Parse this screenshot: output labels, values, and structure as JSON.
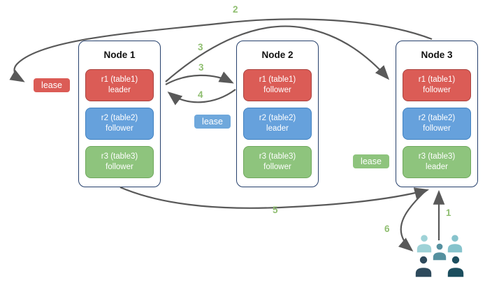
{
  "diagram": {
    "description": "Raft leaseholder / replica distribution diagram with three nodes and numbered request flow",
    "nodes": [
      {
        "title": "Node 1",
        "replicas": [
          {
            "line1": "r1 (table1)",
            "line2": "leader",
            "color": "red"
          },
          {
            "line1": "r2 (table2)",
            "line2": "follower",
            "color": "blue"
          },
          {
            "line1": "r3 (table3)",
            "line2": "follower",
            "color": "green"
          }
        ]
      },
      {
        "title": "Node 2",
        "replicas": [
          {
            "line1": "r1 (table1)",
            "line2": "follower",
            "color": "red"
          },
          {
            "line1": "r2 (table2)",
            "line2": "leader",
            "color": "blue"
          },
          {
            "line1": "r3 (table3)",
            "line2": "follower",
            "color": "green"
          }
        ]
      },
      {
        "title": "Node 3",
        "replicas": [
          {
            "line1": "r1 (table1)",
            "line2": "follower",
            "color": "red"
          },
          {
            "line1": "r2 (table2)",
            "line2": "follower",
            "color": "blue"
          },
          {
            "line1": "r3 (table3)",
            "line2": "leader",
            "color": "green"
          }
        ]
      }
    ],
    "leases": [
      {
        "text": "lease",
        "color": "red"
      },
      {
        "text": "lease",
        "color": "blue"
      },
      {
        "text": "lease",
        "color": "green"
      }
    ],
    "steps": {
      "s1": "1",
      "s2": "2",
      "s3a": "3",
      "s3b": "3",
      "s4": "4",
      "s5": "5",
      "s6": "6"
    },
    "icons": {
      "users_group": "users-group-icon (clients)"
    },
    "colors": {
      "red_fill": "#db5c56",
      "red_border": "#a94441",
      "blue_fill": "#66a1dc",
      "blue_border": "#4382c0",
      "green_fill": "#8ec47d",
      "green_border": "#6fa85c",
      "node_border": "#26406c",
      "arrow": "#595959",
      "step_label": "#8fbe70",
      "users_palette": [
        "#9ed2d7",
        "#86c3cc",
        "#55909f",
        "#2e4a5c",
        "#1c4e5e"
      ]
    }
  }
}
